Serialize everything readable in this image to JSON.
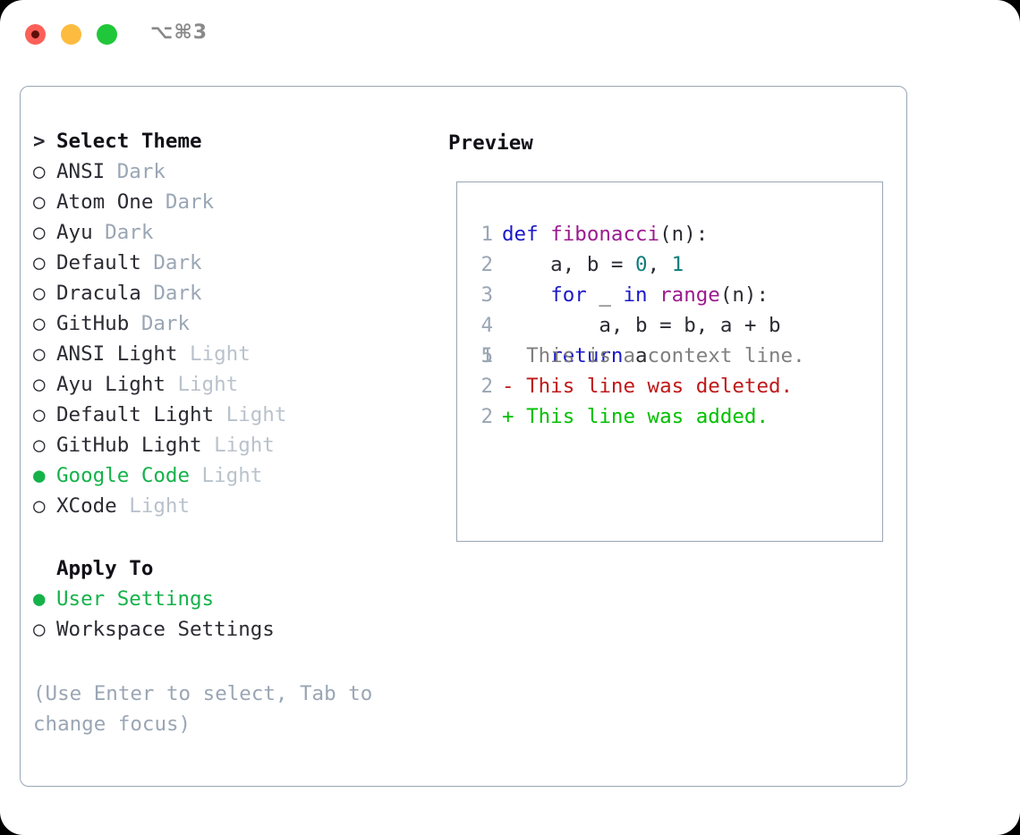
{
  "window": {
    "shortcut": "⌥⌘3",
    "traffic_lights": [
      {
        "name": "close",
        "color": "#fc6058"
      },
      {
        "name": "minimize",
        "color": "#fdbc40"
      },
      {
        "name": "maximize",
        "color": "#21c73a"
      }
    ]
  },
  "accent": {
    "selected_green": "#15b24a",
    "muted": "#9aa6b4",
    "muted_light": "#b9c2cc",
    "border": "#9aa6b4"
  },
  "theme_picker": {
    "header": "Select Theme",
    "header_marker": ">",
    "marker_unselected": "○",
    "marker_selected": "●",
    "items": [
      {
        "name": "ANSI",
        "variant": "Dark",
        "selected": false
      },
      {
        "name": "Atom One",
        "variant": "Dark",
        "selected": false
      },
      {
        "name": "Ayu",
        "variant": "Dark",
        "selected": false
      },
      {
        "name": "Default",
        "variant": "Dark",
        "selected": false
      },
      {
        "name": "Dracula",
        "variant": "Dark",
        "selected": false
      },
      {
        "name": "GitHub",
        "variant": "Dark",
        "selected": false
      },
      {
        "name": "ANSI Light",
        "variant": "Light",
        "selected": false
      },
      {
        "name": "Ayu Light",
        "variant": "Light",
        "selected": false
      },
      {
        "name": "Default Light",
        "variant": "Light",
        "selected": false
      },
      {
        "name": "GitHub Light",
        "variant": "Light",
        "selected": false
      },
      {
        "name": "Google Code",
        "variant": "Light",
        "selected": true
      },
      {
        "name": "XCode",
        "variant": "Light",
        "selected": false
      }
    ]
  },
  "apply_to": {
    "header": "Apply To",
    "items": [
      {
        "name": "User Settings",
        "selected": true
      },
      {
        "name": "Workspace Settings",
        "selected": false
      }
    ]
  },
  "help": {
    "line1": "(Use Enter to select, Tab to",
    "line2": "change focus)"
  },
  "preview": {
    "title": "Preview",
    "code_lines": [
      {
        "num": "1",
        "tokens": [
          {
            "t": "def ",
            "c": "kw"
          },
          {
            "t": "fibonacci",
            "c": "fn"
          },
          {
            "t": "(n):",
            "c": "pl"
          }
        ]
      },
      {
        "num": "2",
        "tokens": [
          {
            "t": "    a, b = ",
            "c": "pl"
          },
          {
            "t": "0",
            "c": "num"
          },
          {
            "t": ", ",
            "c": "pl"
          },
          {
            "t": "1",
            "c": "num"
          }
        ]
      },
      {
        "num": "3",
        "tokens": [
          {
            "t": "    ",
            "c": "pl"
          },
          {
            "t": "for",
            "c": "kw"
          },
          {
            "t": " _ ",
            "c": "pl"
          },
          {
            "t": "in",
            "c": "kw"
          },
          {
            "t": " ",
            "c": "pl"
          },
          {
            "t": "range",
            "c": "fn"
          },
          {
            "t": "(n):",
            "c": "pl"
          }
        ]
      },
      {
        "num": "4",
        "tokens": [
          {
            "t": "        a, b = b, a + b",
            "c": "pl"
          }
        ]
      },
      {
        "num": "5",
        "tokens": [
          {
            "t": "    ",
            "c": "pl"
          },
          {
            "t": "return",
            "c": "kw"
          },
          {
            "t": " a",
            "c": "pl"
          }
        ]
      }
    ],
    "diff_lines": [
      {
        "num": "1",
        "sign": " ",
        "text": "This is a context line.",
        "kind": "ctx"
      },
      {
        "num": "2",
        "sign": "-",
        "text": "This line was deleted.",
        "kind": "del"
      },
      {
        "num": "2",
        "sign": "+",
        "text": "This line was added.",
        "kind": "add"
      }
    ]
  }
}
